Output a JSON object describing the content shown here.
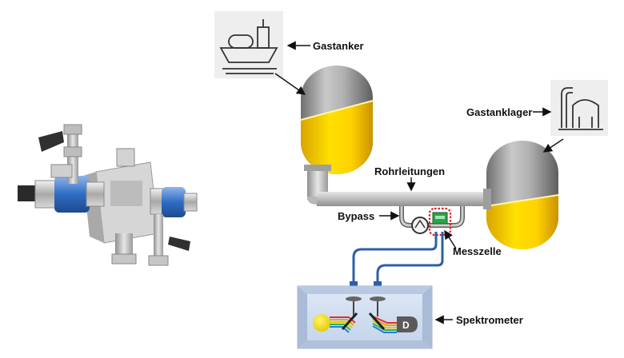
{
  "labels": {
    "gastanker": "Gastanker",
    "gastanklager": "Gastanklager",
    "rohrleitungen": "Rohrleitungen",
    "bypass": "Bypass",
    "messzelle": "Messzelle",
    "spektrometer": "Spektrometer"
  },
  "icons": {
    "ship": "gas-tanker-ship-icon",
    "storage": "gas-storage-tank-icon",
    "detector": "detector-D-icon"
  },
  "colors": {
    "liquid": "#f5c800",
    "tank_gray": "#a8a8a8",
    "pipe": "#bdbdbd",
    "cell_green": "#2ca24a",
    "cable_blue": "#2c5fa8",
    "highlight_red": "#e02020",
    "spectrometer_box": "#cfdcf0"
  }
}
